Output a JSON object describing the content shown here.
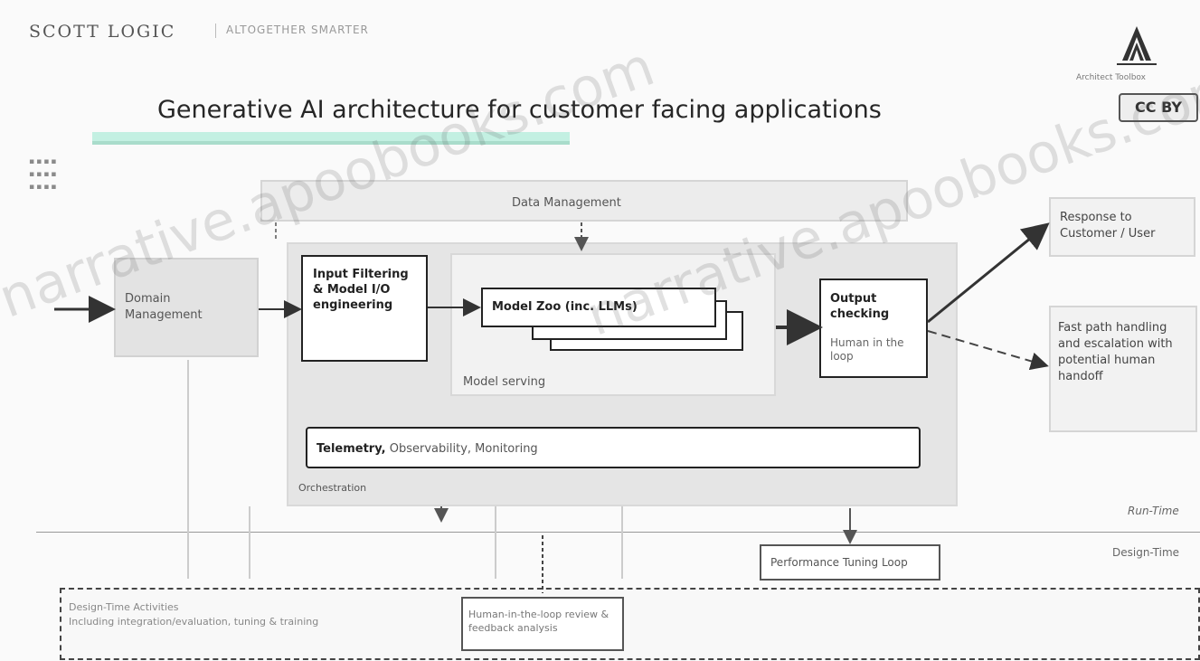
{
  "header": {
    "brand": "SCOTT LOGIC",
    "subtitle": "ALTOGETHER SMARTER",
    "logo_caption": "Architect Toolbox",
    "license_badge": "CC BY"
  },
  "diagram": {
    "title": "Generative AI architecture for customer facing applications",
    "data_management": "Data Management",
    "domain_management": "Domain Management",
    "input_filtering": "Input Filtering & Model I/O engineering",
    "model_zoo": "Model Zoo (inc. LLMs)",
    "model_serving": "Model serving",
    "output_checking": "Output checking",
    "output_checking_sub": "Human in the loop",
    "response": "Response to Customer / User",
    "fallback": "Fast path handling and escalation with potential human handoff",
    "telemetry_bold": "Telemetry,",
    "telemetry_rest": "Observability, Monitoring",
    "orchestration": "Orchestration",
    "run_time": "Run-Time",
    "design_time": "Design-Time",
    "performance": "Performance Tuning Loop",
    "design_notes": "Design-Time Activities\nIncluding integration/evaluation, tuning & training",
    "human_review": "Human-in-the-loop review & feedback analysis"
  },
  "watermark": "narrative.apoobooks.com"
}
